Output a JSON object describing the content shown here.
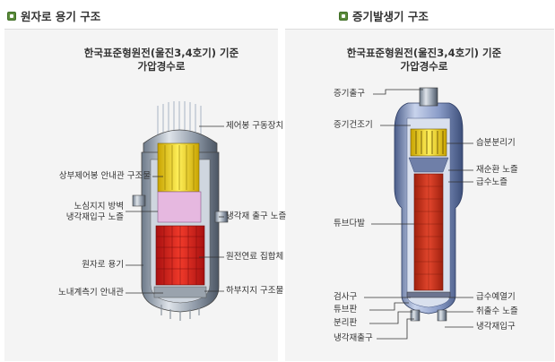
{
  "left": {
    "title": "원자로 용기 구조",
    "heading_line1": "한국표준형원전(울진3,4호기) 기준",
    "heading_line2": "가압경수로",
    "labels": {
      "control_rod_drive": "제어봉 구동장치",
      "upper_guide": "상부제어봉 안내관 구조물",
      "core_barrel_1": "노심지지 방벽",
      "core_barrel_2": "냉각재입구 노즐",
      "outlet_nozzle": "냉각재 출구 노즐",
      "vessel": "원자로 용기",
      "fuel_assembly": "원전연료 집합체",
      "instrument_guide": "노내계측기 안내관",
      "lower_support": "하부지지 구조물"
    }
  },
  "right": {
    "title": "증기발생기 구조",
    "heading_line1": "한국표준형원전(울진3,4호기) 기준",
    "heading_line2": "가압경수로",
    "labels": {
      "steam_outlet": "증기출구",
      "steam_dryer": "증기건조기",
      "moisture_separator": "습분분리기",
      "recirc_nozzle": "재순환 노즐",
      "feedwater_nozzle": "급수노즐",
      "tube_bundle": "튜브다발",
      "inspection_hole": "검사구",
      "tube_sheet": "튜브판",
      "divider_plate": "분리판",
      "coolant_outlet": "냉각재출구",
      "economizer": "급수예열기",
      "blowdown_nozzle": "취출수 노즐",
      "coolant_inlet": "냉각재입구"
    }
  }
}
